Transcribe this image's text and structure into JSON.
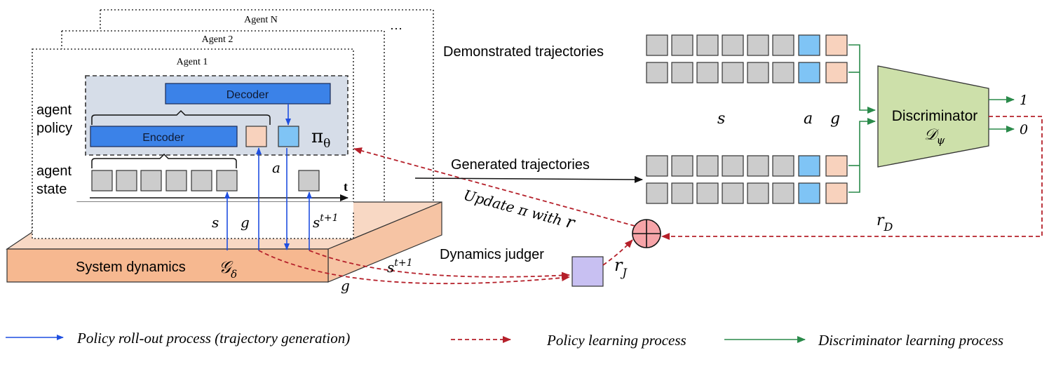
{
  "agents": {
    "agent_n": "Agent N",
    "agent_2": "Agent 2",
    "agent_1": "Agent 1",
    "ellipsis": "…"
  },
  "policy": {
    "label_line1": "agent",
    "label_line2": "policy",
    "decoder": "Decoder",
    "encoder": "Encoder",
    "pi": "π",
    "theta": "θ"
  },
  "state": {
    "label_line1": "agent",
    "label_line2": "state",
    "time_axis": "t",
    "a_label": "a",
    "s_label": "s",
    "g_label": "g",
    "st1_base": "s",
    "st1_sup": "t+1"
  },
  "system": {
    "label": "System dynamics",
    "g_sym": "𝒢",
    "delta": "δ",
    "st1_base": "s",
    "st1_sup": "t+1",
    "g_label": "g"
  },
  "trajectories": {
    "demonstrated": "Demonstrated trajectories",
    "generated": "Generated trajectories",
    "col_s": "s",
    "col_a": "a",
    "col_g": "g"
  },
  "discriminator": {
    "label": "Discriminator",
    "sym": "𝒟",
    "psi": "ψ",
    "out_1": "1",
    "out_0": "0"
  },
  "rewards": {
    "update_text": "Update π with ",
    "update_r": "r",
    "rd_base": "r",
    "rd_sub": "D",
    "rj_base": "r",
    "rj_sub": "J",
    "judger_label": "Dynamics judger"
  },
  "legend": {
    "rollout": "Policy roll-out process (trajectory generation)",
    "policy_learning": "Policy learning process",
    "disc_learning": "Discriminator learning process"
  },
  "colors": {
    "gray_cell": "#cccccc",
    "blue_dark": "#3b82e8",
    "blue_light": "#7fc4f5",
    "peach": "#f8d2bd",
    "policy_bg": "#d6dde8",
    "system_top": "#f8d8c4",
    "system_front": "#f6b890",
    "discriminator": "#cde0aa",
    "judger": "#c8c0f2",
    "rollout_arrow": "#1f4fe0",
    "policy_arrow": "#b5202a",
    "disc_arrow": "#2a8a4a"
  }
}
